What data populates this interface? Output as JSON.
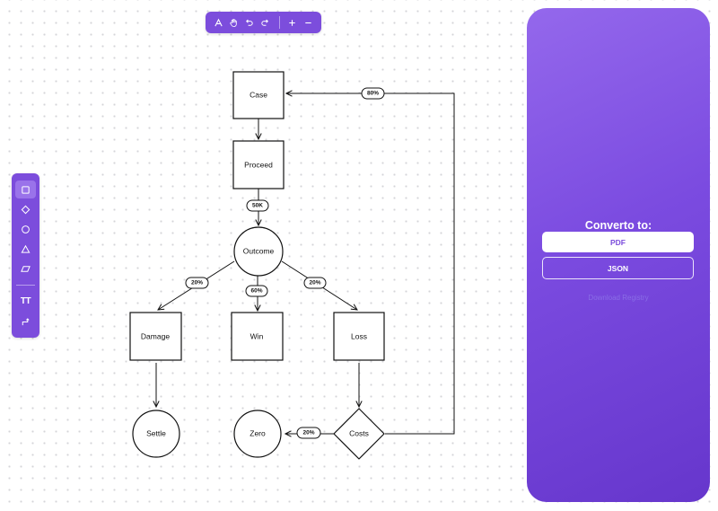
{
  "toolbar_top": {
    "icons": [
      "text-tool-icon",
      "hand-icon",
      "undo-icon",
      "redo-icon",
      "zoom-in-icon",
      "zoom-out-icon"
    ]
  },
  "toolbar_left": {
    "icons": [
      "rectangle-icon",
      "diamond-icon",
      "circle-icon",
      "triangle-icon",
      "parallelogram-icon",
      "text-size-icon",
      "connector-icon"
    ],
    "text_size_glyph": "TT",
    "active": "rectangle-icon"
  },
  "panel": {
    "title": "Converto to:",
    "pdf_label": "PDF",
    "json_label": "JSON",
    "faint_text": "Download Registry",
    "colors": {
      "gradient_start": "#9468ec",
      "gradient_end": "#6636cc",
      "accent": "#7c4ddc"
    }
  },
  "diagram": {
    "nodes": {
      "case": "Case",
      "proceed": "Proceed",
      "outcome": "Outcome",
      "damage": "Damage",
      "win": "Win",
      "loss": "Loss",
      "settle": "Settle",
      "zero": "Zero",
      "costs": "Costs"
    },
    "edges": {
      "costs_to_case": "80%",
      "proceed_to_outcome": "50K",
      "outcome_to_damage": "20%",
      "outcome_to_win": "60%",
      "outcome_to_loss": "20%",
      "costs_to_zero": "20%"
    }
  }
}
